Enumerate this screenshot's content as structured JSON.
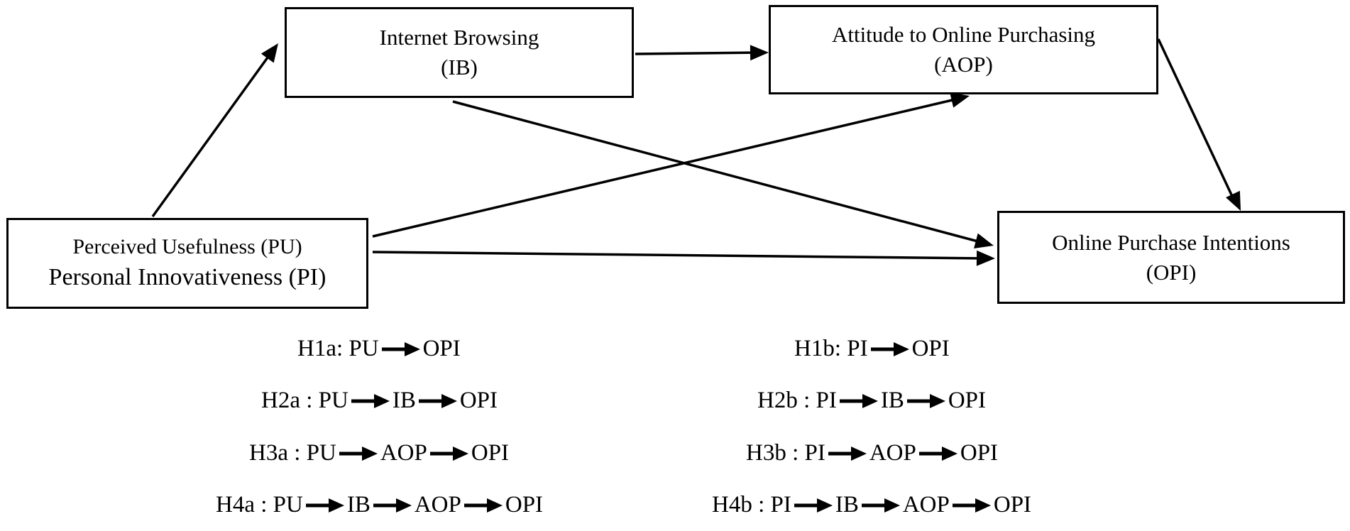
{
  "nodes": {
    "ib": {
      "line1": "Internet Browsing",
      "line2": "(IB)"
    },
    "aop": {
      "line1": "Attitude to Online Purchasing",
      "line2": "(AOP)"
    },
    "pu": {
      "line1": "Perceived Usefulness (PU)",
      "line2": "Personal Innovativeness (PI)"
    },
    "opi": {
      "line1": "Online Purchase Intentions",
      "line2": "(OPI)"
    }
  },
  "edges": [
    {
      "from": "pu",
      "to": "ib"
    },
    {
      "from": "ib",
      "to": "aop"
    },
    {
      "from": "ib",
      "to": "opi"
    },
    {
      "from": "pu",
      "to": "aop"
    },
    {
      "from": "pu",
      "to": "opi"
    },
    {
      "from": "aop",
      "to": "opi"
    }
  ],
  "hypotheses": {
    "left": [
      {
        "label": "H1a: ",
        "path": [
          "PU",
          "OPI"
        ]
      },
      {
        "label": "H2a : ",
        "path": [
          "PU",
          "IB",
          "OPI"
        ]
      },
      {
        "label": "H3a : ",
        "path": [
          "PU",
          "AOP",
          "OPI"
        ]
      },
      {
        "label": "H4a : ",
        "path": [
          "PU",
          "IB",
          "AOP",
          "OPI"
        ]
      }
    ],
    "right": [
      {
        "label": "H1b: ",
        "path": [
          "PI",
          "OPI"
        ]
      },
      {
        "label": "H2b : ",
        "path": [
          "PI",
          "IB",
          "OPI"
        ]
      },
      {
        "label": "H3b : ",
        "path": [
          "PI",
          "AOP",
          "OPI"
        ]
      },
      {
        "label": "H4b : ",
        "path": [
          "PI",
          "IB",
          "AOP",
          "OPI"
        ]
      }
    ]
  }
}
